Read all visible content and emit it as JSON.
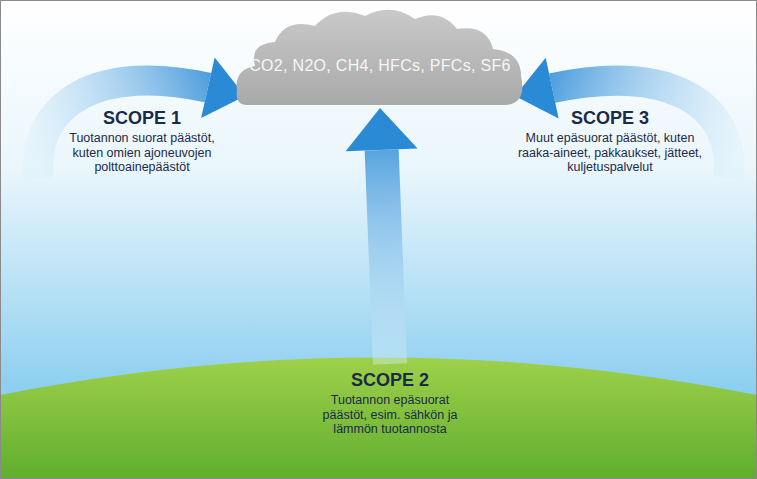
{
  "diagram": {
    "nodes": [
      {
        "text": [
          "CO2, N2O, CH4, HFCs, PFCs, SF6"
        ]
      },
      {
        "text": [
          "SCOPE 1",
          "Tuotannon suorat päästöt, kuten omien ajoneuvojen polttoainepäästöt"
        ]
      },
      {
        "text": [
          "SCOPE 3",
          "Muut epäsuorat päästöt, kuten raaka-aineet, pakkaukset, jätteet, kuljetuspalvelut"
        ]
      },
      {
        "text": [
          "SCOPE 2",
          "Tuotannon epäsuorat päästöt, esim. sähkön ja lämmön tuotannosta"
        ]
      }
    ],
    "edges": [
      {
        "from": 1,
        "to": 0,
        "arrow": "to"
      },
      {
        "from": 3,
        "to": 0,
        "arrow": "to"
      },
      {
        "from": 2,
        "to": 0,
        "arrow": "to"
      }
    ]
  }
}
